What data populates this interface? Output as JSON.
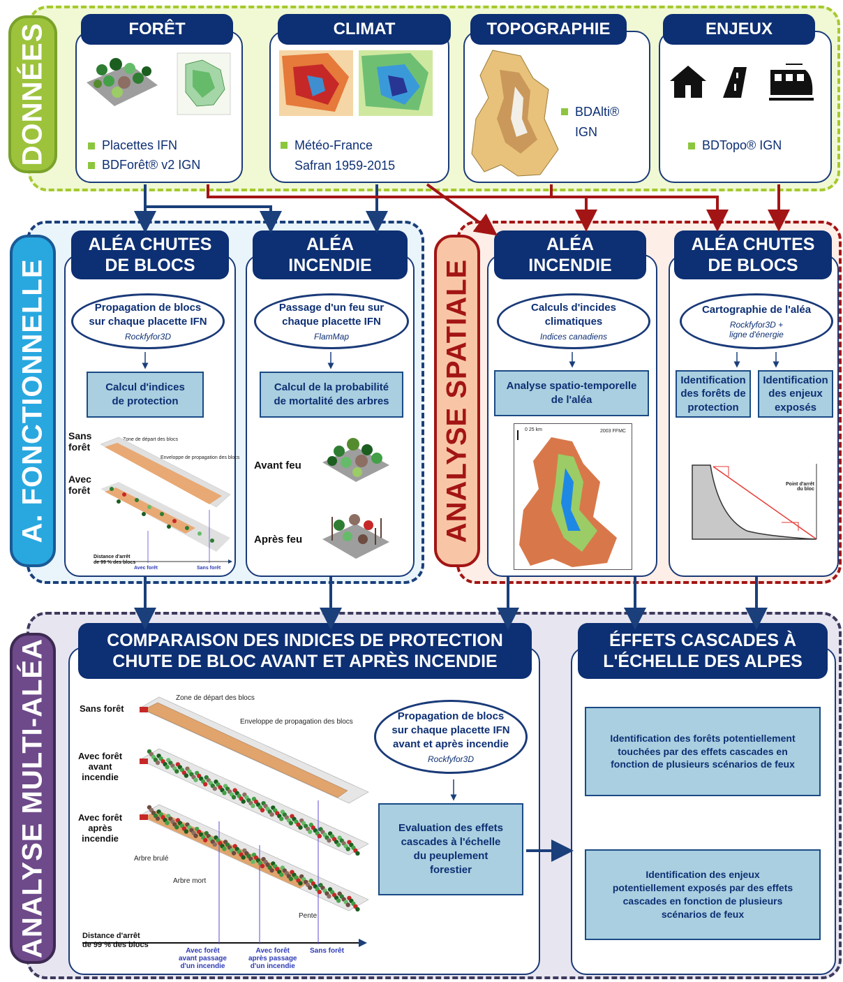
{
  "donnees": {
    "title": "DONNÉES",
    "foret": {
      "title": "FORÊT",
      "items": [
        "Placettes IFN",
        "BDForêt® v2  IGN"
      ]
    },
    "climat": {
      "title": "CLIMAT",
      "items": [
        "Météo-France\nSafran 1959-2015"
      ]
    },
    "topographie": {
      "title": "TOPOGRAPHIE",
      "items": [
        "BDAlti®\nIGN"
      ]
    },
    "enjeux": {
      "title": "ENJEUX",
      "items": [
        "BDTopo® IGN"
      ]
    }
  },
  "fonctionnelle": {
    "title": "A. FONCTIONNELLE",
    "chutes": {
      "title": "ALÉA CHUTES\nDE BLOCS",
      "ellipse": "Propagation de blocs\nsur chaque placette IFN",
      "ellipse_sub": "Rockfyfor3D",
      "box": "Calcul d'indices\nde protection",
      "sans_foret": "Sans\nforêt",
      "avec_foret": "Avec\nforêt",
      "zone": "Zone de départ des blocs",
      "enveloppe": "Enveloppe de propagation des blocs",
      "distance": "Distance d'arrêt\nde 99 % des blocs",
      "avec_foret_small": "Avec forêt",
      "sans_foret_small": "Sans forêt"
    },
    "incendie": {
      "title": "ALÉA\nINCENDIE",
      "ellipse": "Passage d'un feu sur\nchaque placette IFN",
      "ellipse_sub": "FlamMap",
      "box": "Calcul de la probabilité\nde mortalité des arbres",
      "avant": "Avant feu",
      "apres": "Après feu"
    }
  },
  "spatiale": {
    "title": "ANALYSE SPATIALE",
    "incendie": {
      "title": "ALÉA\nINCENDIE",
      "ellipse": "Calculs d'incides\nclimatiques",
      "ellipse_sub": "Indices canadiens",
      "box": "Analyse spatio-temporelle\nde l'aléa",
      "map_scale": "0    25  km",
      "map_label": "2003 FFMC"
    },
    "chutes": {
      "title": "ALÉA CHUTES\nDE BLOCS",
      "ellipse": "Cartographie de l'aléa",
      "ellipse_sub": "Rockfyfor3D +\nligne d'énergie",
      "box1": "Identification\ndes forêts de\nprotection",
      "box2": "Identification\ndes enjeux\nexposés",
      "point_arret": "Point d'arrêt\ndu bloc"
    }
  },
  "multi": {
    "title": "ANALYSE MULTI-ALÉA",
    "comparaison": {
      "title": "COMPARAISON DES INDICES DE PROTECTION\nCHUTE DE BLOC AVANT ET APRÈS INCENDIE",
      "sans_foret": "Sans forêt",
      "avant": "Avec forêt\navant\nincendie",
      "apres": "Avec forêt\naprès\nincendie",
      "zone": "Zone de départ des blocs",
      "enveloppe": "Enveloppe de propagation des blocs",
      "arbre_brule": "Arbre brulé",
      "arbre_mort": "Arbre mort",
      "pente": "Pente",
      "distance": "Distance d'arrêt\nde 99 % des blocs",
      "mark1": "Avec forêt\navant passage\nd'un incendie",
      "mark2": "Avec forêt\naprès passage\nd'un incendie",
      "mark3": "Sans forêt",
      "ellipse": "Propagation de blocs\nsur chaque placette IFN\navant et après incendie",
      "ellipse_sub": "Rockfyfor3D",
      "box": "Evaluation des effets\ncascades à l'échelle\ndu peuplement\nforestier"
    },
    "effets": {
      "title": "ÉFFETS CASCADES À\nL'ÉCHELLE DES ALPES",
      "box1": "Identification des forêts potentiellement\ntouchées par des effets cascades en\nfonction de plusieurs scénarios de feux",
      "box2": "Identification des enjeux\npotentiellement exposés par des effets\ncascades en fonction de plusieurs\nscénarios de feux"
    }
  },
  "colors": {
    "navy": "#0d2f73",
    "red_arrow": "#a31515",
    "green_box": "#8cc63f",
    "light_blue_box": "#a9cfe0"
  }
}
